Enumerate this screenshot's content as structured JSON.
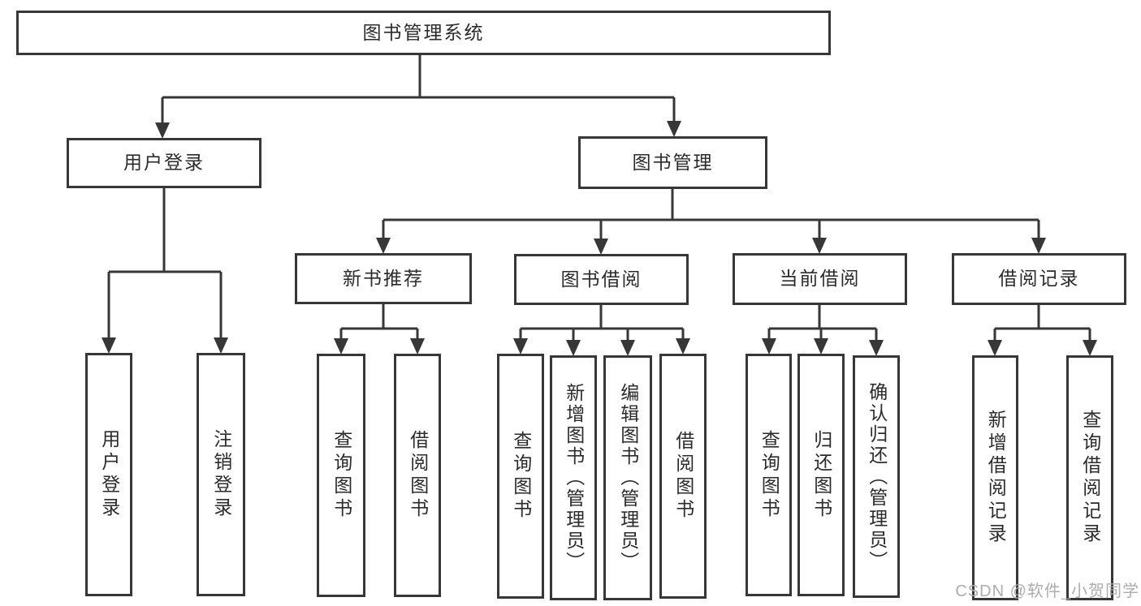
{
  "tree": {
    "root": {
      "label": "图书管理系统"
    },
    "children": [
      {
        "label": "用户登录",
        "children": [
          {
            "label": "用户登录"
          },
          {
            "label": "注销登录"
          }
        ]
      },
      {
        "label": "图书管理",
        "children": [
          {
            "label": "新书推荐",
            "children": [
              {
                "label": "查询图书"
              },
              {
                "label": "借阅图书"
              }
            ]
          },
          {
            "label": "图书借阅",
            "children": [
              {
                "label": "查询图书"
              },
              {
                "label": "新增图书（管理员）"
              },
              {
                "label": "编辑图书（管理员）"
              },
              {
                "label": "借阅图书"
              }
            ]
          },
          {
            "label": "当前借阅",
            "children": [
              {
                "label": "查询图书"
              },
              {
                "label": "归还图书"
              },
              {
                "label": "确认归还（管理员）"
              }
            ]
          },
          {
            "label": "借阅记录",
            "children": [
              {
                "label": "新增借阅记录"
              },
              {
                "label": "查询借阅记录"
              }
            ]
          }
        ]
      }
    ]
  },
  "watermark": {
    "text": "CSDN @软件_小贺同学"
  },
  "colors": {
    "line": "#373737",
    "box_border": "#373737",
    "text": "#2b2b2b",
    "watermark": "#adadad",
    "background": "#ffffff"
  }
}
